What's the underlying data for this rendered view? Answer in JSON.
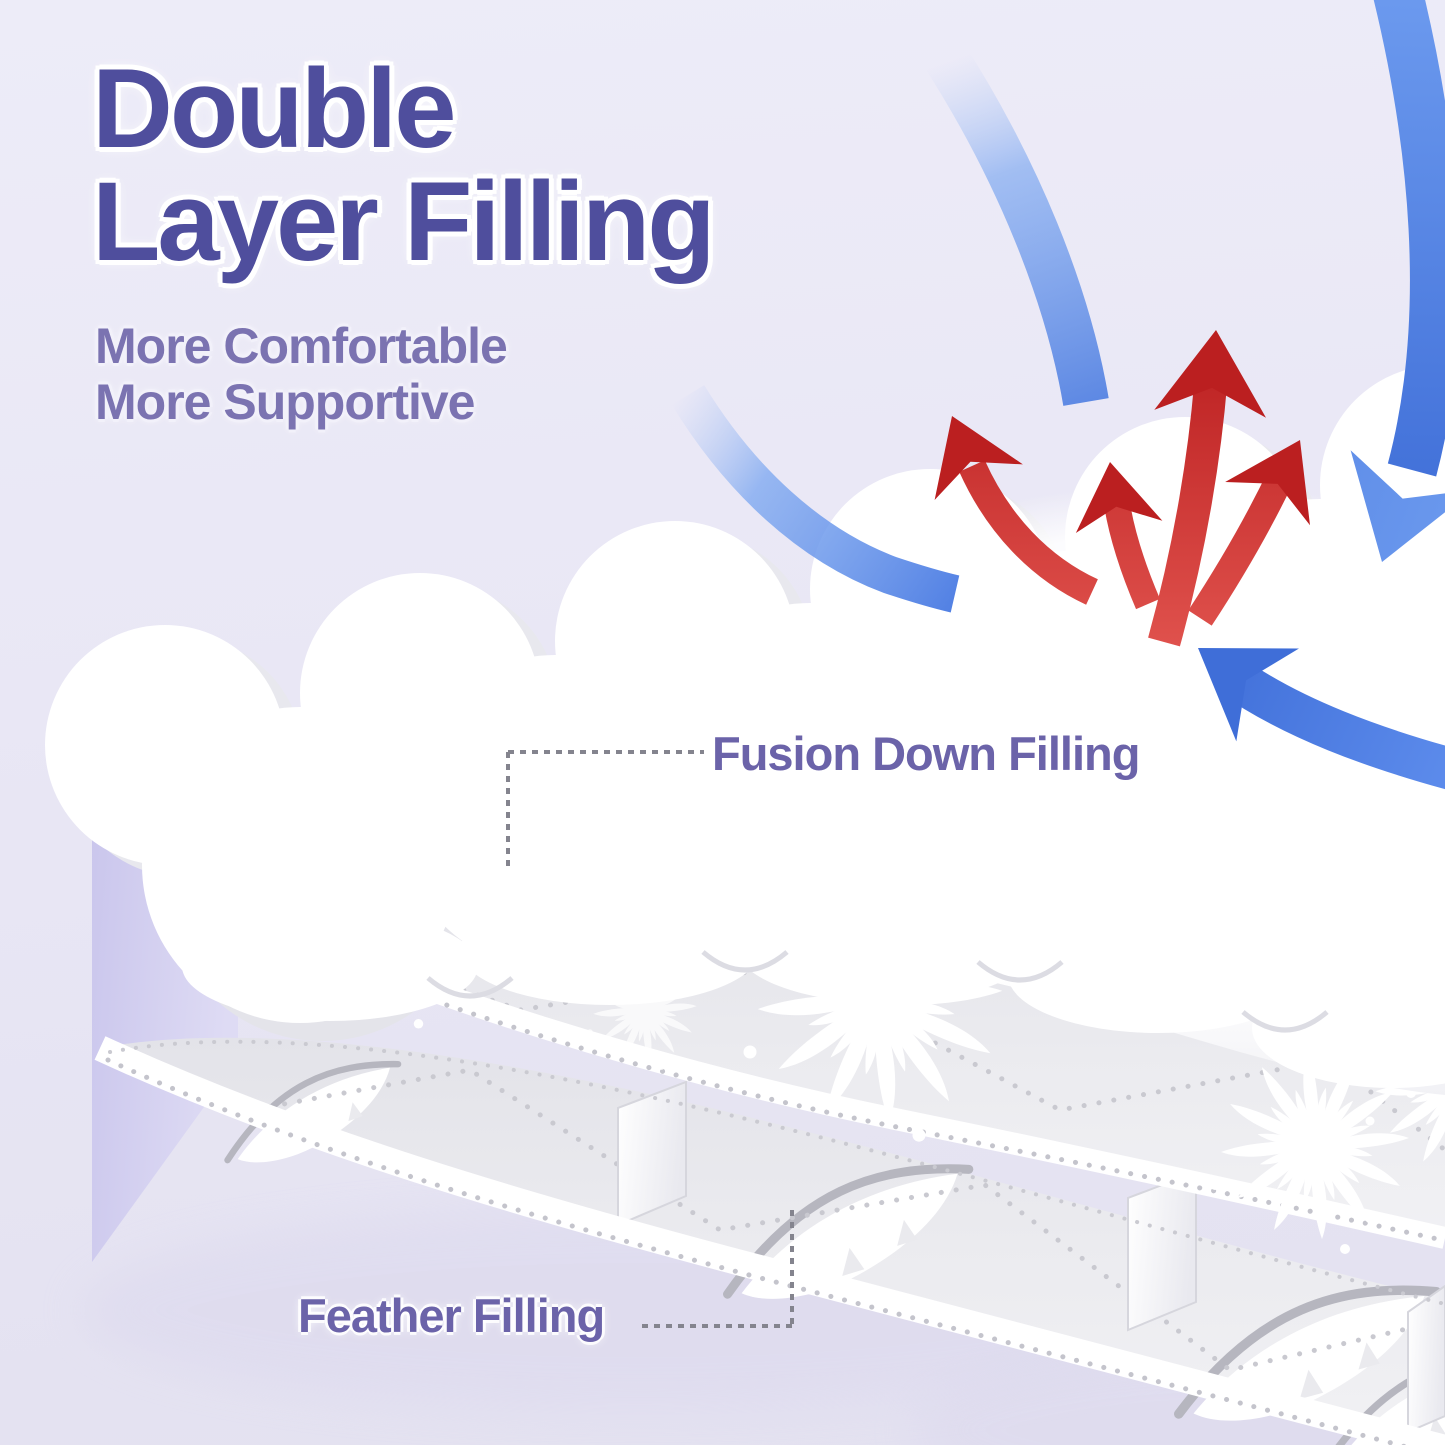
{
  "title": {
    "line1": "Double",
    "line2": "Layer Filling"
  },
  "subtitle": {
    "line1": "More Comfortable",
    "line2": "More Supportive"
  },
  "callouts": {
    "top_layer_label": "Fusion Down Filling",
    "bottom_layer_label": "Feather Filling"
  },
  "colors": {
    "background": "#e9e7f5",
    "title_text": "#4f4e9d",
    "subtitle_text": "#7b73b1",
    "callout_text": "#6b63a9",
    "leader_dash": "#84848e",
    "airflow_arrow_blue": "#4877e0",
    "heat_arrow_red": "#bf2424",
    "comforter_white": "#ffffff",
    "sheet_grey": "#eaeaee",
    "side_face_lavender": "#ccc8ed"
  },
  "icons": {
    "airflow_arrows": "blue-curved-arrow",
    "heat_arrows": "red-curved-arrow",
    "down_cluster": "white-down-cluster",
    "feather": "white-feather"
  }
}
